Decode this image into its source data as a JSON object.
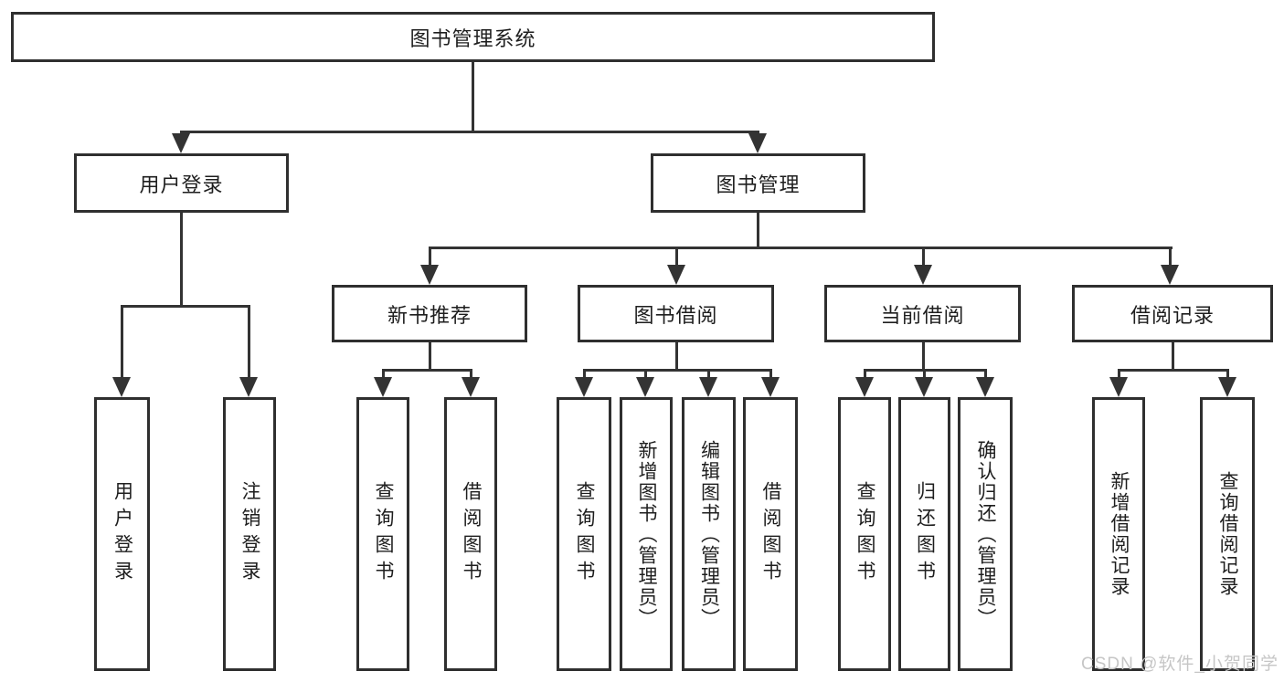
{
  "root": {
    "label": "图书管理系统"
  },
  "user_login": {
    "label": "用户登录",
    "children": [
      {
        "label": "用户登录"
      },
      {
        "label": "注销登录"
      }
    ]
  },
  "book_mgmt": {
    "label": "图书管理",
    "modules": [
      {
        "label": "新书推荐",
        "children": [
          {
            "label": "查询图书"
          },
          {
            "label": "借阅图书"
          }
        ]
      },
      {
        "label": "图书借阅",
        "children": [
          {
            "label": "查询图书"
          },
          {
            "label": "新增图书（管理员）"
          },
          {
            "label": "编辑图书（管理员）"
          },
          {
            "label": "借阅图书"
          }
        ]
      },
      {
        "label": "当前借阅",
        "children": [
          {
            "label": "查询图书"
          },
          {
            "label": "归还图书"
          },
          {
            "label": "确认归还（管理员）"
          }
        ]
      },
      {
        "label": "借阅记录",
        "children": [
          {
            "label": "新增借阅记录"
          },
          {
            "label": "查询借阅记录"
          }
        ]
      }
    ]
  },
  "watermark": {
    "text": "CSDN @软件_小贺同学"
  },
  "colors": {
    "line": "#333333",
    "border": "#2f2f2f",
    "text": "#1e1e1e",
    "watermark": "#c6c6c6"
  }
}
